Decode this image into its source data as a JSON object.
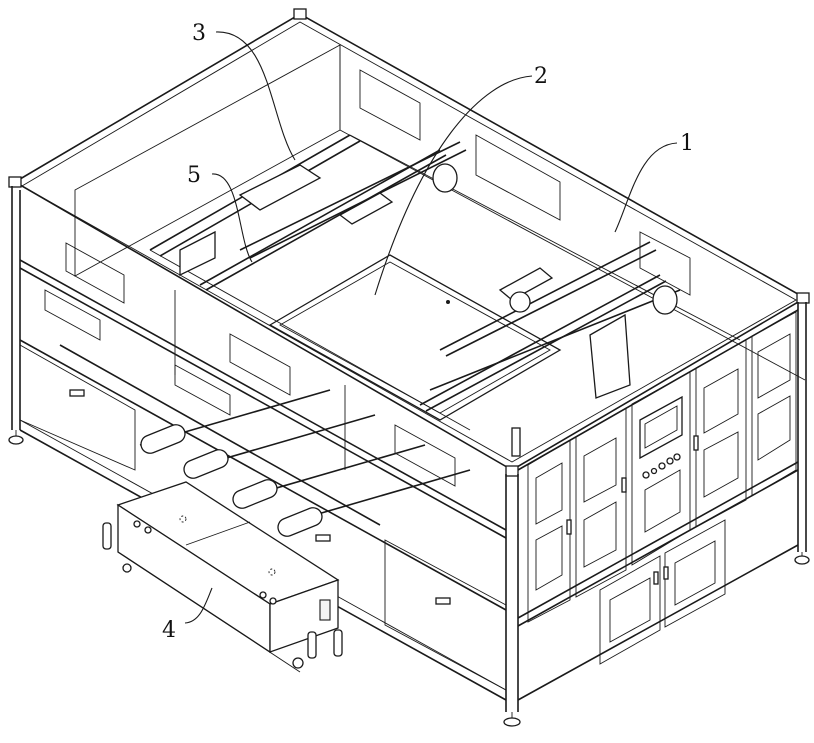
{
  "figure": {
    "type": "patent-isometric-drawing",
    "reference_labels": [
      {
        "id": "1",
        "text": "1"
      },
      {
        "id": "2",
        "text": "2"
      },
      {
        "id": "3",
        "text": "3"
      },
      {
        "id": "4",
        "text": "4"
      },
      {
        "id": "5",
        "text": "5"
      }
    ],
    "control_panel": {
      "buttons_count": 5
    },
    "colors": {
      "line": "#1a1a1a",
      "background": "#ffffff"
    }
  }
}
